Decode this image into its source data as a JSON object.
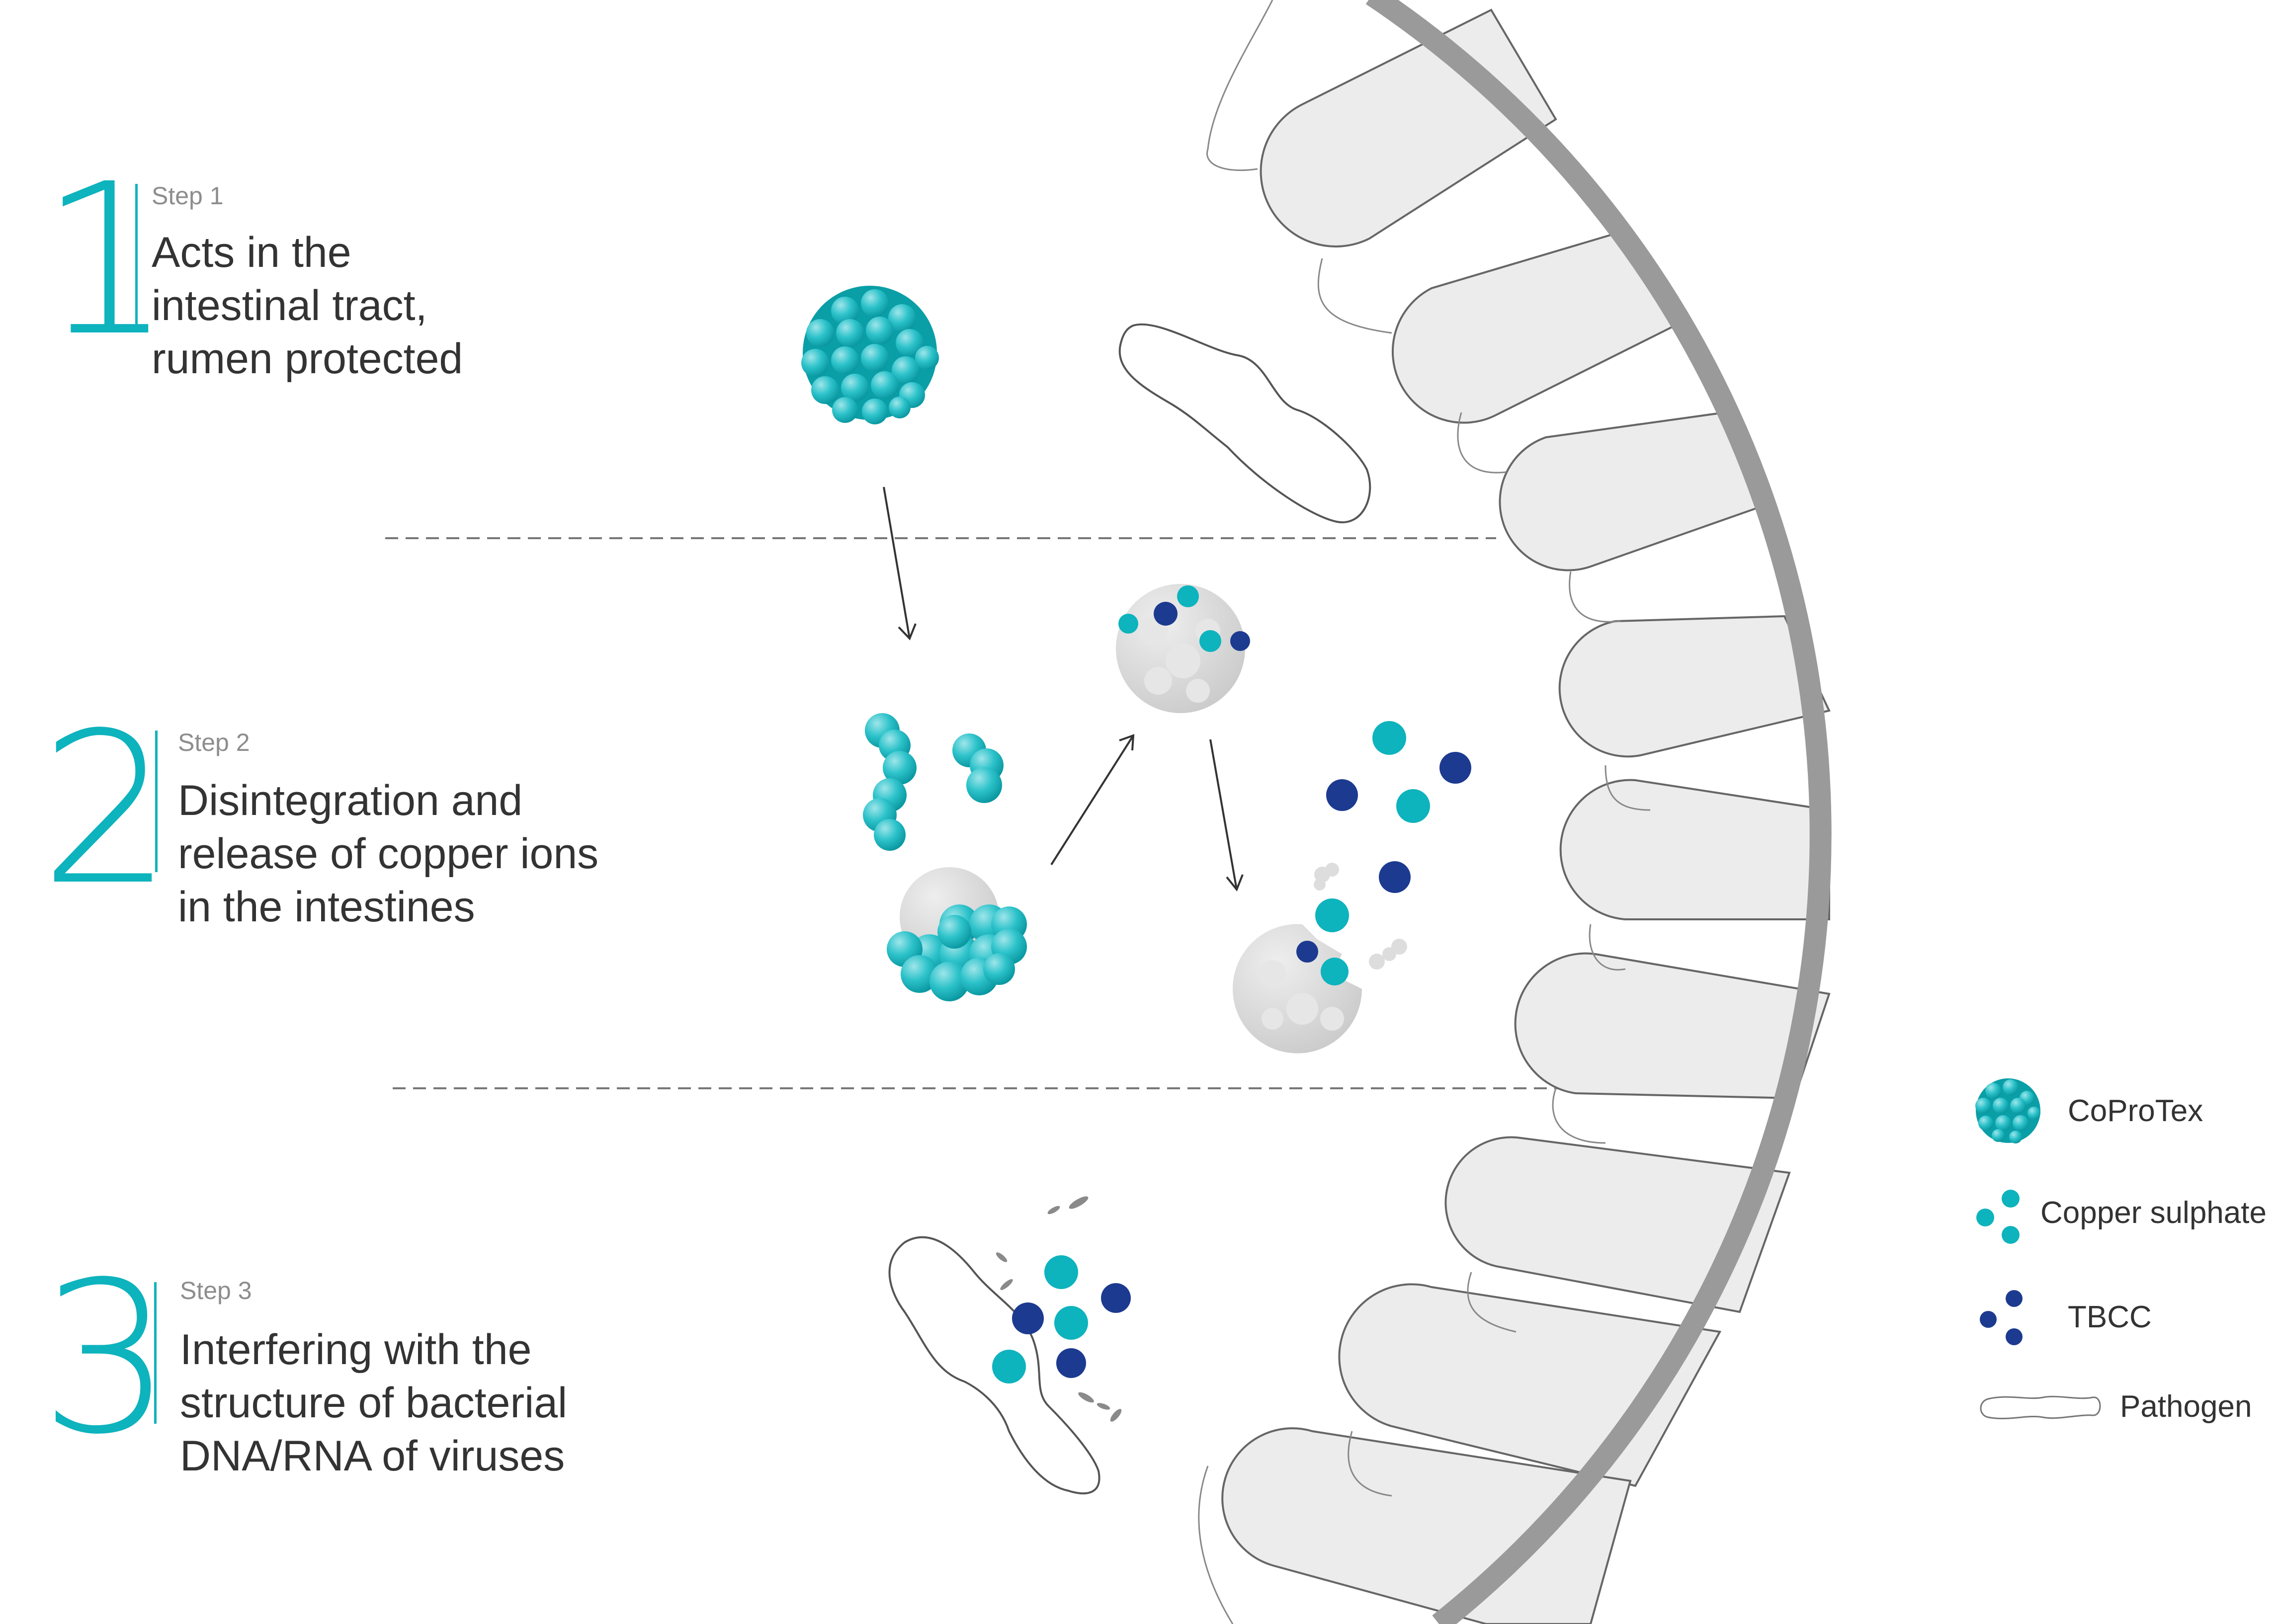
{
  "steps": [
    {
      "number": "1",
      "label": "Step 1",
      "description": "Acts in the\nintestinal tract,\nrumen protected"
    },
    {
      "number": "2",
      "label": "Step 2",
      "description": "Disintegration and\nrelease of copper ions\nin the intestines"
    },
    {
      "number": "3",
      "label": "Step 3",
      "description": "Interfering with the\nstructure of bacterial\nDNA/RNA of viruses"
    }
  ],
  "legend": [
    {
      "label": "CoProTex",
      "icon": "coprotex-icon"
    },
    {
      "label": "Copper sulphate",
      "icon": "copper-sulphate-icon"
    },
    {
      "label": "TBCC",
      "icon": "tbcc-icon"
    },
    {
      "label": "Pathogen",
      "icon": "pathogen-icon"
    }
  ],
  "colors": {
    "teal": "#0db3bd",
    "navy": "#1c3a8f",
    "grey_particle": "#d9d9d9",
    "villi_fill": "#ececec",
    "wall": "#999999",
    "text": "#333333",
    "step_label": "#8d8d8d"
  }
}
